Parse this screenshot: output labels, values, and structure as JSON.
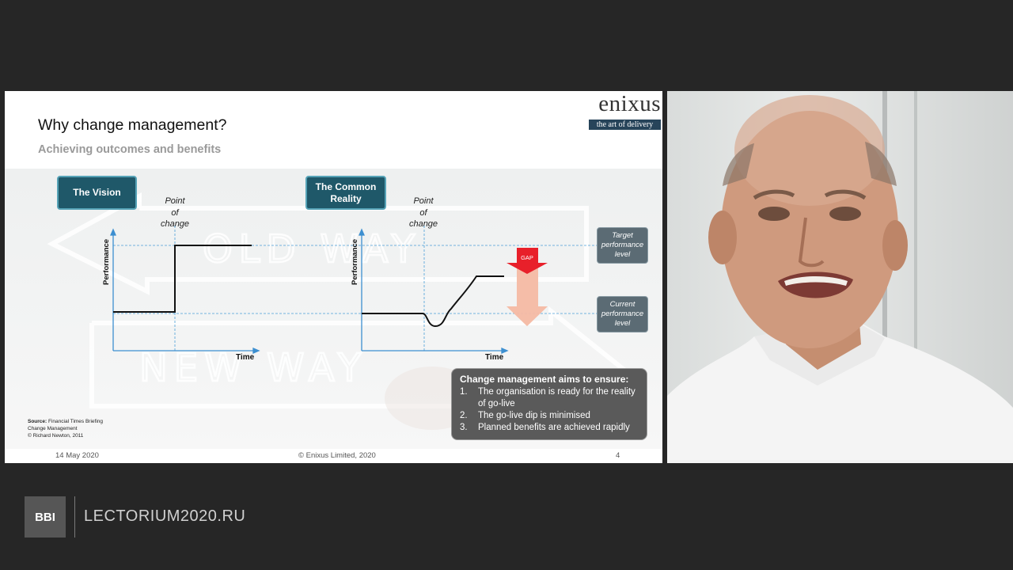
{
  "slide": {
    "title": "Why change management?",
    "subtitle": "Achieving outcomes and benefits",
    "logo": {
      "word": "enixus",
      "tagline": "the art of delivery"
    },
    "vision_label": "The Vision",
    "reality_label": "The Common Reality",
    "point_of_change": "Point\nof\nchange",
    "y_axis_label": "Performance",
    "x_axis_label": "Time",
    "gap_label": "GAP",
    "target_label": "Target\nperformance\nlevel",
    "current_label": "Current\nperformance\nlevel",
    "background_words": {
      "old": "OLD WAY",
      "new": "NEW WAY"
    },
    "summary": {
      "title": "Change management aims to ensure:",
      "items": [
        {
          "num": "1.",
          "text": "The organisation is ready for the reality of go-live"
        },
        {
          "num": "2.",
          "text": "The go-live dip is minimised"
        },
        {
          "num": "3.",
          "text": "Planned benefits are achieved rapidly"
        }
      ]
    },
    "source": {
      "label": "Source:",
      "line1": "Financial Times Briefing",
      "line2": "Change Management",
      "line3": "© Richard Newton, 2011"
    },
    "footer": {
      "date": "14 May 2020",
      "copyright": "© Enixus Limited, 2020",
      "page": "4"
    },
    "colors": {
      "tag_fill": "#1f5869",
      "tag_border": "#56a3b7",
      "gap_red": "#e8202a",
      "gap_fade": "#f4b9a3",
      "guide_blue": "#4a9fd8",
      "axis_blue": "#3d8fd0"
    }
  },
  "video": {
    "subject": "speaker-webcam"
  },
  "branding": {
    "logo_text": "BBI",
    "site": "LECTORIUM2020.RU"
  }
}
